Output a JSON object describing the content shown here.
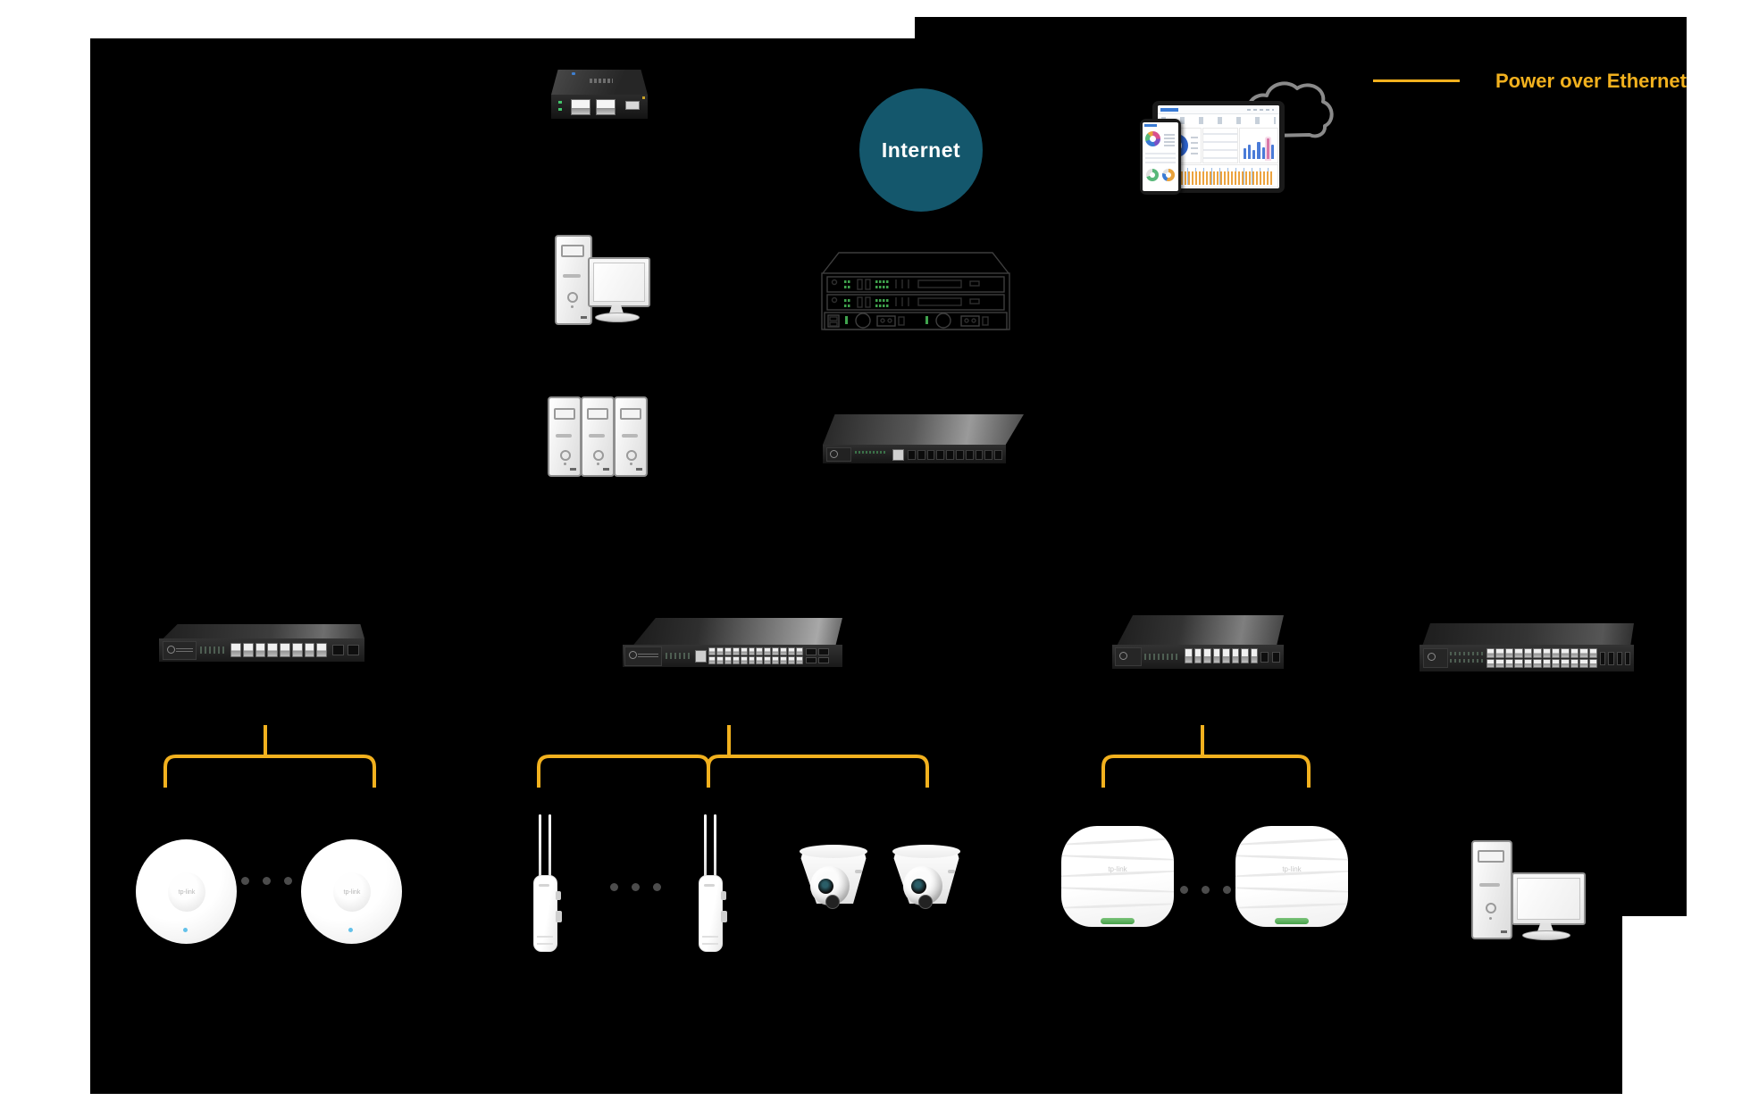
{
  "legend": {
    "label": "Power over Ethernet"
  },
  "internet": {
    "label": "Internet"
  },
  "brand": {
    "logo_text": "tp-link"
  },
  "colors": {
    "poe_yellow": "#F2B11E",
    "internet_teal": "#14576C",
    "canvas_black": "#000000",
    "page_white": "#FFFFFF",
    "led_green": "#46A049",
    "led_blue": "#63C1EA",
    "cloud_grey": "#8A8A8A"
  },
  "icons": {
    "cloud": "cloud-outline",
    "internet": "teal-globe-circle",
    "poe_link": "yellow-bracket-line"
  },
  "dots": {
    "count": 3
  },
  "switches": {
    "core": {
      "ports": 10
    },
    "sw1": {
      "ports": 8,
      "sfp": 2
    },
    "sw2": {
      "ports": 24,
      "sfp": 4
    },
    "sw3": {
      "ports": 8,
      "sfp": 2
    },
    "sw4": {
      "ports": 24,
      "sfp": 4
    }
  },
  "dashboard": {
    "bar_heights": [
      45,
      62,
      38,
      72,
      50,
      90,
      60
    ]
  }
}
